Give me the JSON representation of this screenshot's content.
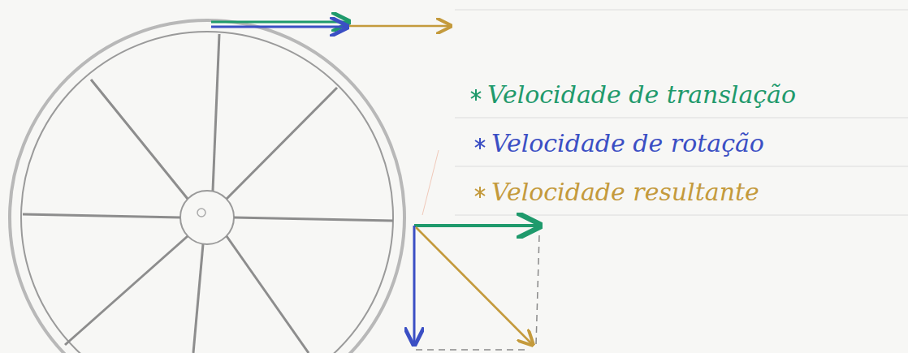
{
  "diagram": {
    "legend": [
      {
        "text": "Velocidade de translação",
        "color": "#1f9a6c"
      },
      {
        "text": "Velocidade de rotação",
        "color": "#3b4fc4"
      },
      {
        "text": "Velocidade resultante",
        "color": "#c49a3c"
      }
    ]
  }
}
